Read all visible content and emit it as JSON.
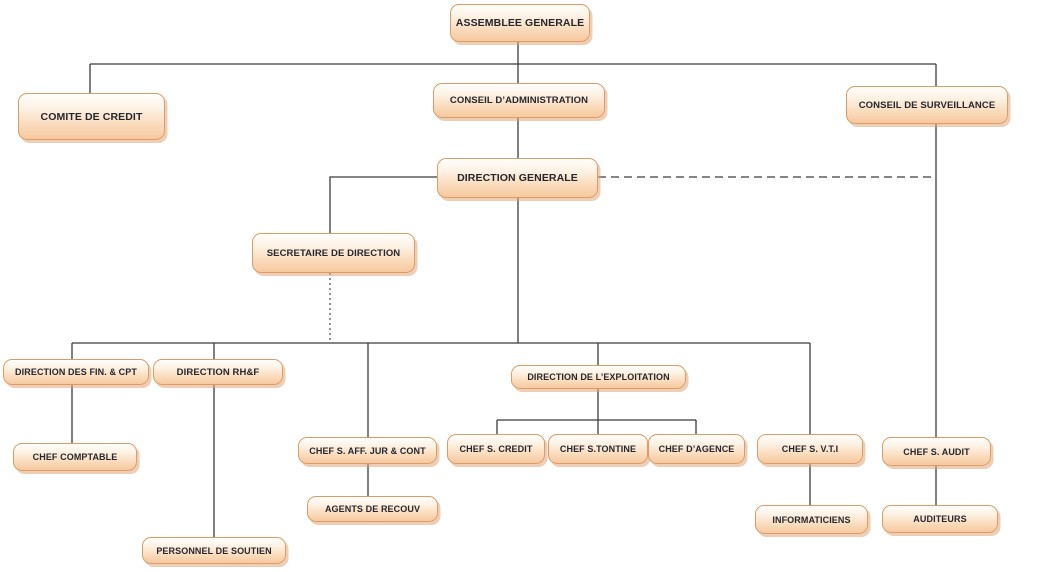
{
  "diagram": {
    "type": "org-chart",
    "background_color": "#ffffff",
    "box_fill_top": "#fefdfb",
    "box_fill_bottom": "#f6c9a0",
    "box_border_color": "#dd9c66",
    "line_color": "#3c3c3c",
    "text_color": "#26262e",
    "nodes": {
      "assemblee": {
        "label": "ASSEMBLEE GENERALE"
      },
      "comite_credit": {
        "label": "COMITE DE CREDIT"
      },
      "conseil_admin": {
        "label": "CONSEIL D’ADMINISTRATION"
      },
      "conseil_surv": {
        "label": "CONSEIL DE SURVEILLANCE"
      },
      "direction_generale": {
        "label": "DIRECTION GENERALE"
      },
      "secretaire": {
        "label": "SECRETAIRE DE  DIRECTION"
      },
      "dir_fin": {
        "label": "DIRECTION DES  FIN. & CPT"
      },
      "dir_rhf": {
        "label": "DIRECTION RH&F"
      },
      "dir_exploit": {
        "label": "DIRECTION DE L’EXPLOITATION"
      },
      "chef_comptable": {
        "label": "CHEF COMPTABLE"
      },
      "chef_jur": {
        "label": "CHEF S. AFF. JUR & CONT"
      },
      "chef_credit": {
        "label": "CHEF S. CREDIT"
      },
      "chef_tontine": {
        "label": "CHEF S.TONTINE"
      },
      "chef_agence": {
        "label": "CHEF D’AGENCE"
      },
      "chef_vti": {
        "label": "CHEF S. V.T.I"
      },
      "chef_audit": {
        "label": "CHEF S. AUDIT"
      },
      "agents_recouv": {
        "label": "AGENTS  DE RECOUV"
      },
      "informaticiens": {
        "label": "INFORMATICIENS"
      },
      "auditeurs": {
        "label": "AUDITEURS"
      },
      "personnel": {
        "label": "PERSONNEL DE SOUTIEN"
      }
    },
    "edges": [
      {
        "from": "assemblee",
        "to": "comite_credit",
        "style": "solid"
      },
      {
        "from": "assemblee",
        "to": "conseil_admin",
        "style": "solid"
      },
      {
        "from": "assemblee",
        "to": "conseil_surv",
        "style": "solid"
      },
      {
        "from": "conseil_admin",
        "to": "direction_generale",
        "style": "solid"
      },
      {
        "from": "direction_generale",
        "to": "secretaire",
        "style": "solid"
      },
      {
        "from": "direction_generale",
        "to": "conseil_surv",
        "style": "dashed"
      },
      {
        "from": "direction_generale",
        "to": "dir_fin",
        "style": "solid"
      },
      {
        "from": "direction_generale",
        "to": "dir_rhf",
        "style": "solid"
      },
      {
        "from": "direction_generale",
        "to": "dir_exploit",
        "style": "solid"
      },
      {
        "from": "direction_generale",
        "to": "chef_jur",
        "style": "solid"
      },
      {
        "from": "direction_generale",
        "to": "chef_vti",
        "style": "solid"
      },
      {
        "from": "secretaire",
        "to": "direction_generale_children_line",
        "style": "dotted"
      },
      {
        "from": "dir_fin",
        "to": "chef_comptable",
        "style": "solid"
      },
      {
        "from": "dir_rhf",
        "to": "personnel",
        "style": "solid"
      },
      {
        "from": "dir_exploit",
        "to": "chef_credit",
        "style": "solid"
      },
      {
        "from": "dir_exploit",
        "to": "chef_tontine",
        "style": "solid"
      },
      {
        "from": "dir_exploit",
        "to": "chef_agence",
        "style": "solid"
      },
      {
        "from": "chef_jur",
        "to": "agents_recouv",
        "style": "solid"
      },
      {
        "from": "chef_vti",
        "to": "informaticiens",
        "style": "solid"
      },
      {
        "from": "conseil_surv",
        "to": "chef_audit",
        "style": "solid"
      },
      {
        "from": "chef_audit",
        "to": "auditeurs",
        "style": "solid"
      }
    ]
  }
}
